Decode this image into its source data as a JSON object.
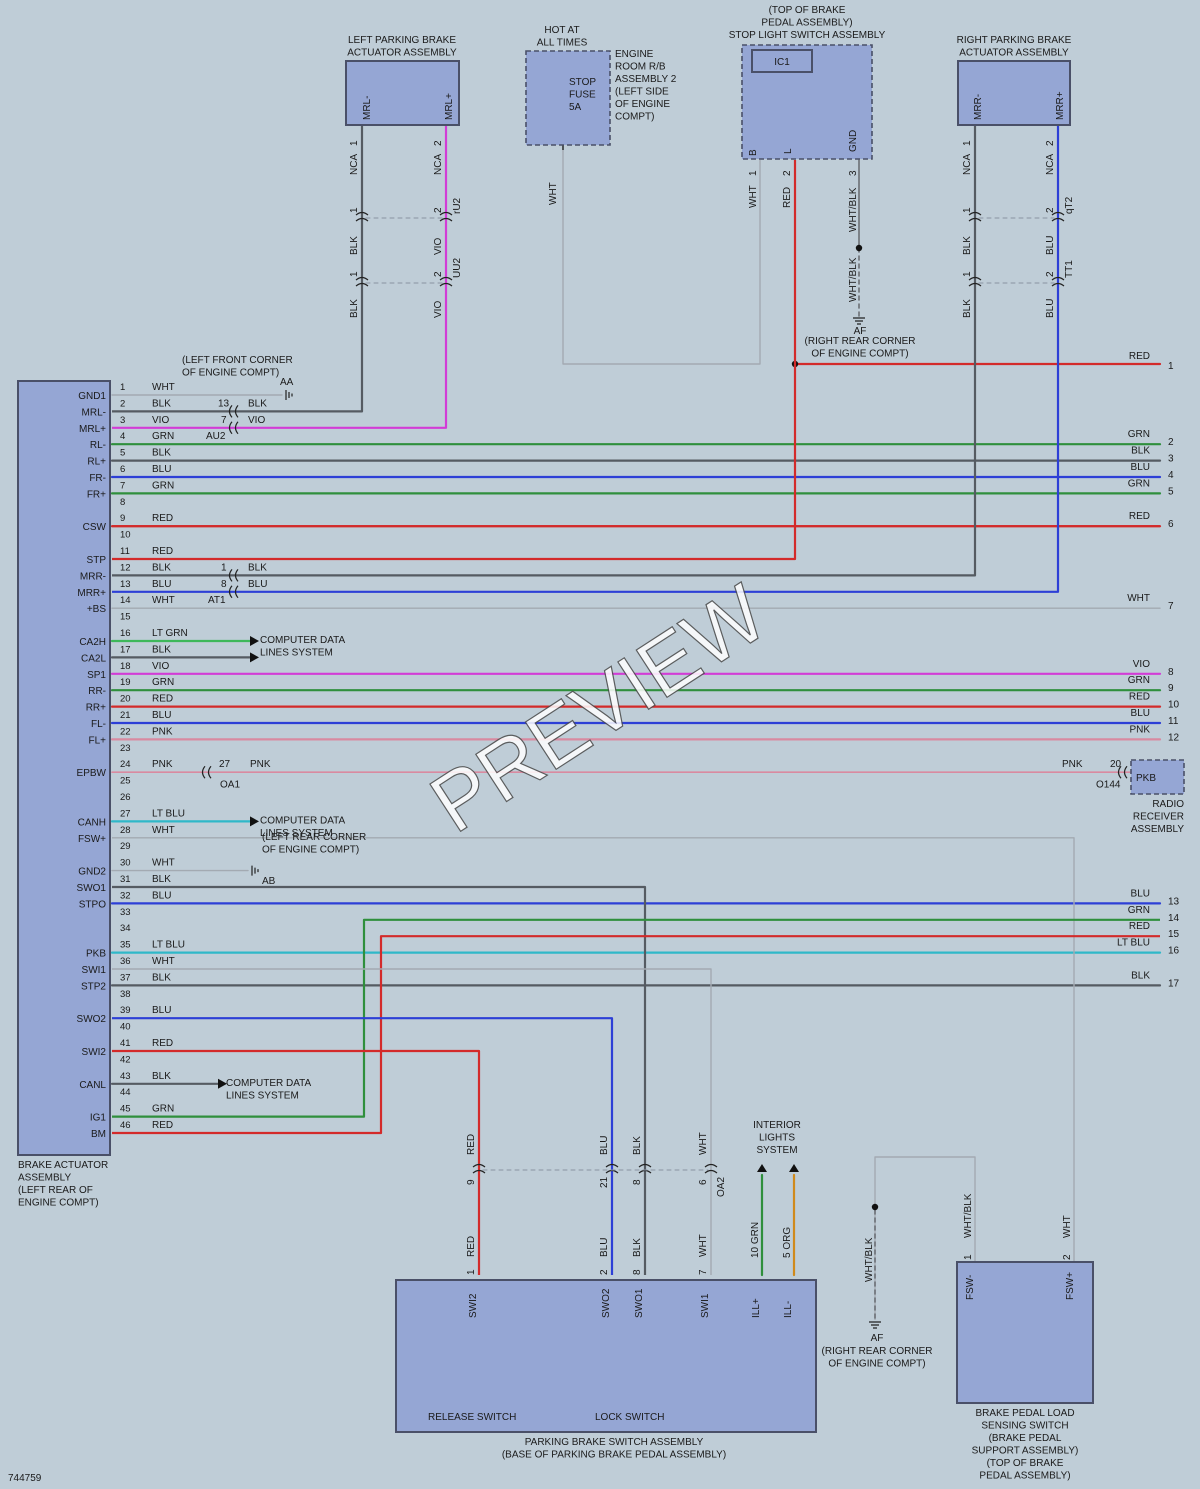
{
  "title_top": "",
  "components": {
    "left_actuator": {
      "title": [
        "LEFT PARKING BRAKE",
        "ACTUATOR ASSEMBLY"
      ],
      "pins": [
        "MRL-",
        "MRL+"
      ]
    },
    "right_actuator": {
      "title": [
        "RIGHT PARKING BRAKE",
        "ACTUATOR ASSEMBLY"
      ],
      "pins": [
        "MRR-",
        "MRR+"
      ]
    },
    "fuse": {
      "hot": [
        "HOT AT",
        "ALL TIMES"
      ],
      "label": [
        "STOP",
        "FUSE",
        "5A"
      ],
      "location": [
        "ENGINE",
        "ROOM R/B",
        "ASSEMBLY 2",
        "(LEFT SIDE",
        "OF ENGINE",
        "COMPT)"
      ]
    },
    "stop_light": {
      "title": [
        "(TOP OF BRAKE",
        "PEDAL ASSEMBLY)",
        "STOP LIGHT SWITCH ASSEMBLY"
      ],
      "ic": "IC1",
      "pins": [
        "B",
        "L",
        "GND"
      ]
    },
    "brake_actuator": {
      "caption": [
        "BRAKE ACTUATOR",
        "ASSEMBLY",
        "(LEFT REAR OF",
        "ENGINE COMPT)"
      ]
    },
    "radio": {
      "pin": "PKB",
      "caption": [
        "RADIO",
        "RECEIVER",
        "ASSEMBLY"
      ]
    },
    "pb_switch": {
      "caption": [
        "PARKING BRAKE SWITCH ASSEMBLY",
        "(BASE OF PARKING BRAKE PEDAL ASSEMBLY)"
      ],
      "release": "RELEASE SWITCH",
      "lock": "LOCK SWITCH",
      "pins": [
        "SWI2",
        "SWO2",
        "SWO1",
        "SWI1",
        "ILL+",
        "ILL-"
      ]
    },
    "load_switch": {
      "caption": [
        "BRAKE PEDAL LOAD",
        "SENSING SWITCH",
        "(BRAKE PEDAL",
        "SUPPORT ASSEMBLY)",
        "(TOP OF BRAKE",
        "PEDAL ASSEMBLY)"
      ],
      "pins": [
        "FSW-",
        "FSW+"
      ]
    },
    "interior": [
      "INTERIOR",
      "LIGHTS",
      "SYSTEM"
    ]
  },
  "grounds": {
    "AA": {
      "id": "AA",
      "note": [
        "(LEFT FRONT CORNER",
        "OF ENGINE COMPT)"
      ]
    },
    "AB": {
      "id": "AB",
      "note": [
        "(LEFT REAR CORNER",
        "OF ENGINE COMPT)"
      ]
    },
    "AF": {
      "id": "AF",
      "note": [
        "(RIGHT REAR CORNER",
        "OF ENGINE COMPT)"
      ]
    }
  },
  "computer_data": [
    "COMPUTER DATA",
    "LINES SYSTEM"
  ],
  "connectors": [
    "rU2",
    "UU2",
    "qT2",
    "TT1",
    "AU2",
    "AT1",
    "OA1",
    "O144",
    "OA2"
  ],
  "pins": [
    {
      "n": "1",
      "name": "GND1",
      "color": "WHT",
      "right": "",
      "rn": ""
    },
    {
      "n": "2",
      "name": "MRL-",
      "color": "BLK",
      "right": "",
      "rn": ""
    },
    {
      "n": "3",
      "name": "MRL+",
      "color": "VIO",
      "right": "",
      "rn": ""
    },
    {
      "n": "4",
      "name": "RL-",
      "color": "GRN",
      "right": "GRN",
      "rn": "2"
    },
    {
      "n": "5",
      "name": "RL+",
      "color": "BLK",
      "right": "BLK",
      "rn": "3"
    },
    {
      "n": "6",
      "name": "FR-",
      "color": "BLU",
      "right": "BLU",
      "rn": "4"
    },
    {
      "n": "7",
      "name": "FR+",
      "color": "GRN",
      "right": "GRN",
      "rn": "5"
    },
    {
      "n": "8",
      "name": "",
      "color": "",
      "right": "",
      "rn": ""
    },
    {
      "n": "9",
      "name": "CSW",
      "color": "RED",
      "right": "RED",
      "rn": "6"
    },
    {
      "n": "10",
      "name": "",
      "color": "",
      "right": "",
      "rn": ""
    },
    {
      "n": "11",
      "name": "STP",
      "color": "RED",
      "right": "",
      "rn": ""
    },
    {
      "n": "12",
      "name": "MRR-",
      "color": "BLK",
      "right": "",
      "rn": ""
    },
    {
      "n": "13",
      "name": "MRR+",
      "color": "BLU",
      "right": "",
      "rn": ""
    },
    {
      "n": "14",
      "name": "+BS",
      "color": "WHT",
      "right": "WHT",
      "rn": "7"
    },
    {
      "n": "15",
      "name": "",
      "color": "",
      "right": "",
      "rn": ""
    },
    {
      "n": "16",
      "name": "CA2H",
      "color": "LT GRN",
      "right": "",
      "rn": ""
    },
    {
      "n": "17",
      "name": "CA2L",
      "color": "BLK",
      "right": "",
      "rn": ""
    },
    {
      "n": "18",
      "name": "SP1",
      "color": "VIO",
      "right": "VIO",
      "rn": "8"
    },
    {
      "n": "19",
      "name": "RR-",
      "color": "GRN",
      "right": "GRN",
      "rn": "9"
    },
    {
      "n": "20",
      "name": "RR+",
      "color": "RED",
      "right": "RED",
      "rn": "10"
    },
    {
      "n": "21",
      "name": "FL-",
      "color": "BLU",
      "right": "BLU",
      "rn": "11"
    },
    {
      "n": "22",
      "name": "FL+",
      "color": "PNK",
      "right": "PNK",
      "rn": "12"
    },
    {
      "n": "23",
      "name": "",
      "color": "",
      "right": "",
      "rn": ""
    },
    {
      "n": "24",
      "name": "EPBW",
      "color": "PNK",
      "right": "",
      "rn": ""
    },
    {
      "n": "25",
      "name": "",
      "color": "",
      "right": "",
      "rn": ""
    },
    {
      "n": "26",
      "name": "",
      "color": "",
      "right": "",
      "rn": ""
    },
    {
      "n": "27",
      "name": "CANH",
      "color": "LT BLU",
      "right": "",
      "rn": ""
    },
    {
      "n": "28",
      "name": "FSW+",
      "color": "WHT",
      "right": "",
      "rn": ""
    },
    {
      "n": "29",
      "name": "",
      "color": "",
      "right": "",
      "rn": ""
    },
    {
      "n": "30",
      "name": "GND2",
      "color": "WHT",
      "right": "",
      "rn": ""
    },
    {
      "n": "31",
      "name": "SWO1",
      "color": "BLK",
      "right": "",
      "rn": ""
    },
    {
      "n": "32",
      "name": "STPO",
      "color": "BLU",
      "right": "BLU",
      "rn": "13"
    },
    {
      "n": "33",
      "name": "",
      "color": "",
      "right": "GRN",
      "rn": "14"
    },
    {
      "n": "34",
      "name": "",
      "color": "",
      "right": "RED",
      "rn": "15"
    },
    {
      "n": "35",
      "name": "PKB",
      "color": "LT BLU",
      "right": "LT BLU",
      "rn": "16"
    },
    {
      "n": "36",
      "name": "SWI1",
      "color": "WHT",
      "right": "",
      "rn": ""
    },
    {
      "n": "37",
      "name": "STP2",
      "color": "BLK",
      "right": "BLK",
      "rn": "17"
    },
    {
      "n": "38",
      "name": "",
      "color": "",
      "right": "",
      "rn": ""
    },
    {
      "n": "39",
      "name": "SWO2",
      "color": "BLU",
      "right": "",
      "rn": ""
    },
    {
      "n": "40",
      "name": "",
      "color": "",
      "right": "",
      "rn": ""
    },
    {
      "n": "41",
      "name": "SWI2",
      "color": "RED",
      "right": "",
      "rn": ""
    },
    {
      "n": "42",
      "name": "",
      "color": "",
      "right": "",
      "rn": ""
    },
    {
      "n": "43",
      "name": "CANL",
      "color": "BLK",
      "right": "",
      "rn": ""
    },
    {
      "n": "44",
      "name": "",
      "color": "",
      "right": "",
      "rn": ""
    },
    {
      "n": "45",
      "name": "IG1",
      "color": "GRN",
      "right": "",
      "rn": ""
    },
    {
      "n": "46",
      "name": "BM",
      "color": "RED",
      "right": "",
      "rn": ""
    }
  ],
  "red_right_1": {
    "color": "RED",
    "n": "1"
  },
  "footer_id": "744759",
  "watermark": "PREVIEW"
}
